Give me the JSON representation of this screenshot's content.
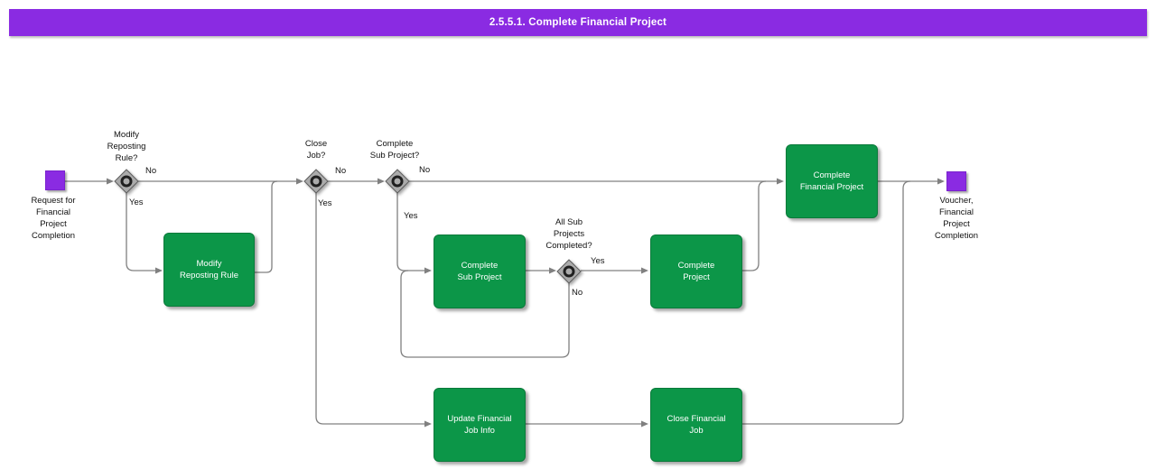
{
  "title": "2.5.5.1. Complete Financial Project",
  "colors": {
    "accent_purple": "#8A2BE2",
    "task_green": "#0C9648",
    "gateway_gray": "#ABABAB",
    "line_gray": "#808080"
  },
  "nodes": {
    "start": {
      "label": "Request for\nFinancial\nProject\nCompletion"
    },
    "end": {
      "label": "Voucher,\nFinancial\nProject\nCompletion"
    },
    "d1": {
      "label": "Modify\nReposting\nRule?",
      "no": "No",
      "yes": "Yes"
    },
    "d2": {
      "label": "Close\nJob?",
      "no": "No",
      "yes": "Yes"
    },
    "d3": {
      "label": "Complete\nSub Project?",
      "no": "No",
      "yes": "Yes"
    },
    "d4": {
      "label": "All Sub\nProjects\nCompleted?",
      "no": "No",
      "yes": "Yes"
    },
    "t1": {
      "label": "Modify\nReposting Rule"
    },
    "t2": {
      "label": "Complete\nSub Project"
    },
    "t3": {
      "label": "Complete\nProject"
    },
    "t4": {
      "label": "Complete\nFinancial Project"
    },
    "t5": {
      "label": "Update Financial\nJob Info"
    },
    "t6": {
      "label": "Close Financial\nJob"
    }
  }
}
